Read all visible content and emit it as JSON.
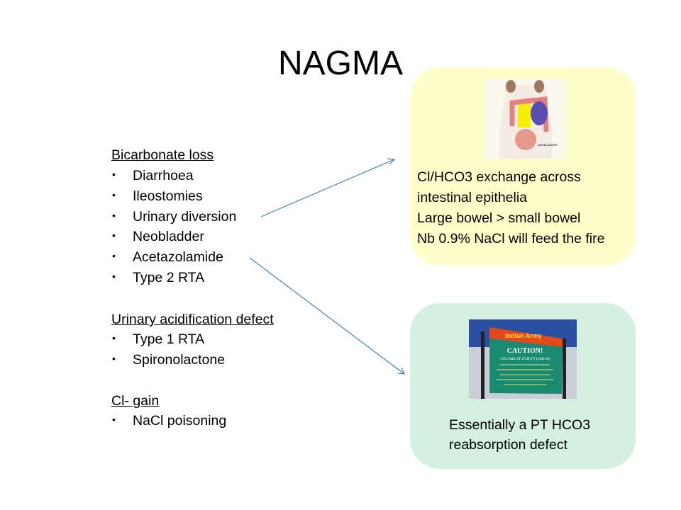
{
  "title": "NAGMA",
  "groups": [
    {
      "heading": "Bicarbonate loss",
      "items": [
        "Diarrhoea",
        "Ileostomies",
        "Urinary diversion",
        "Neobladder",
        "Acetazolamide",
        "Type 2 RTA"
      ]
    },
    {
      "heading": "Urinary acidification defect",
      "items": [
        "Type 1 RTA",
        "Spironolactone"
      ]
    },
    {
      "heading": "Cl- gain",
      "items": [
        "NaCl poisoning"
      ]
    }
  ],
  "yellow_box": {
    "image_label": "NEOBLADDER",
    "lines": [
      "Cl/HCO3 exchange across",
      "intestinal epithelia",
      "Large bowel > small bowel",
      "Nb 0.9% NaCl will feed the fire"
    ],
    "color": "#ffffc9"
  },
  "green_box": {
    "sign": {
      "header": "Indian Army",
      "caution": "CAUTION!",
      "altitude": "YOU ARE AT 17586 FT (5360 M)"
    },
    "lines": [
      "Essentially a PT HCO3",
      "reabsorption defect"
    ],
    "color": "#d3f0e0"
  },
  "arrow_color": "#4a7ebb"
}
